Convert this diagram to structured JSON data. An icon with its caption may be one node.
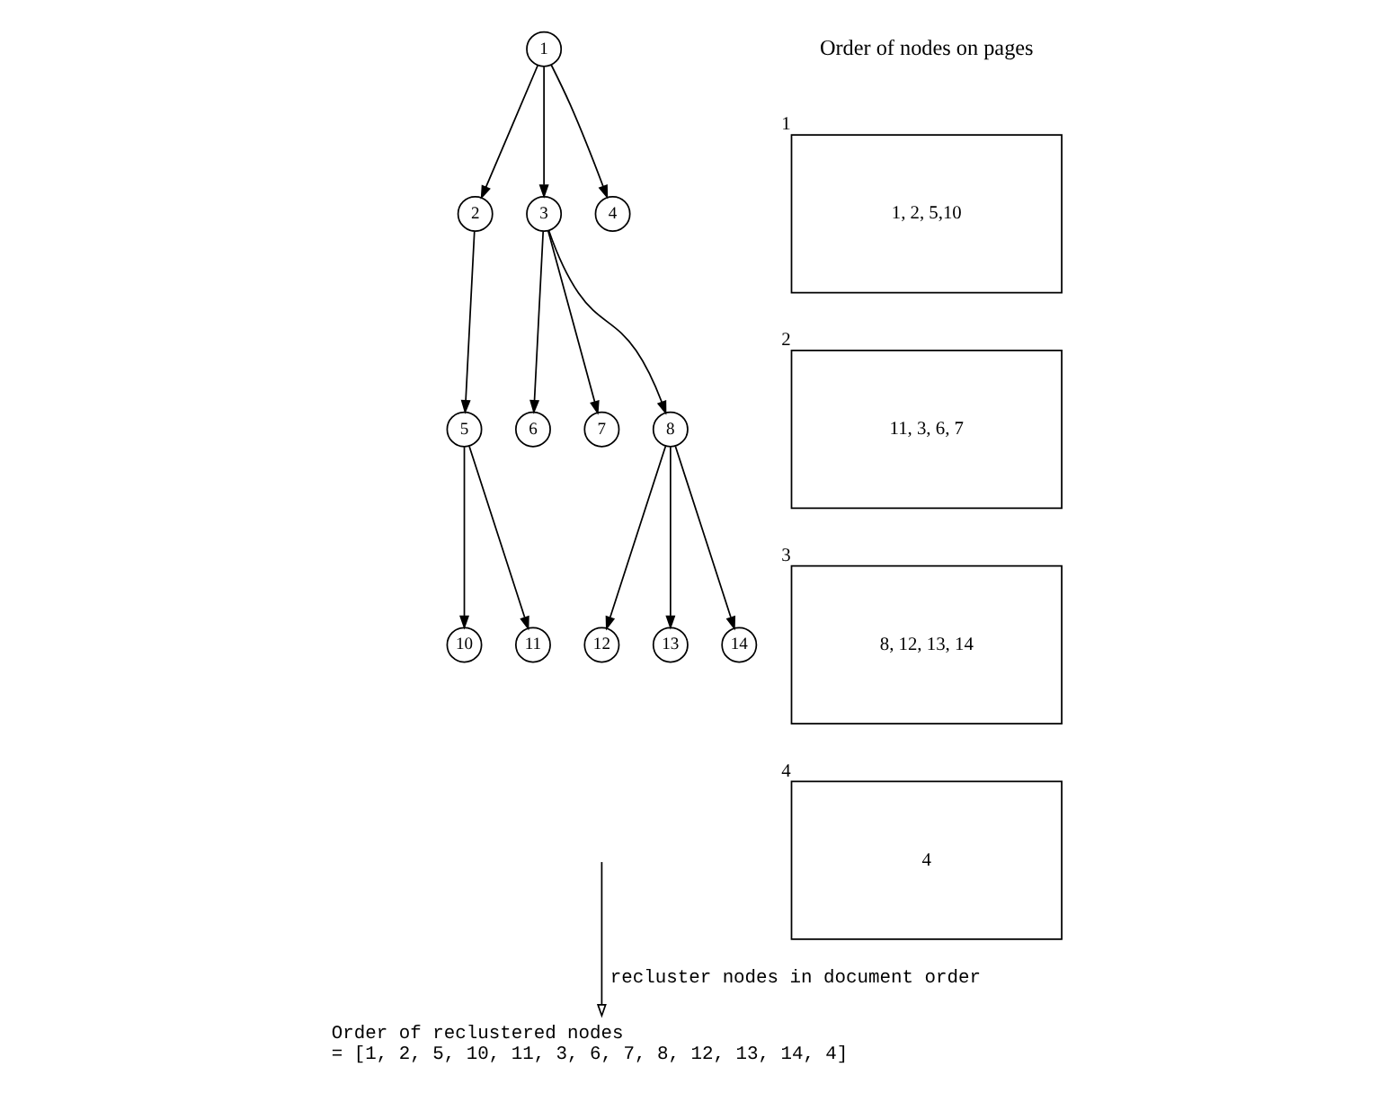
{
  "diagram": {
    "nodes": [
      {
        "text": [
          "1"
        ]
      },
      {
        "text": [
          "2"
        ]
      },
      {
        "text": [
          "3"
        ]
      },
      {
        "text": [
          "4"
        ]
      },
      {
        "text": [
          "5"
        ]
      },
      {
        "text": [
          "6"
        ]
      },
      {
        "text": [
          "7"
        ]
      },
      {
        "text": [
          "8"
        ]
      },
      {
        "text": [
          "10"
        ]
      },
      {
        "text": [
          "11"
        ]
      },
      {
        "text": [
          "12"
        ]
      },
      {
        "text": [
          "13"
        ]
      },
      {
        "text": [
          "14"
        ]
      },
      {
        "text": [
          "Order of reclustered nodes",
          "= [1, 2, 5, 10, 11, 3, 6, 7, 8, 12, 13, 14, 4]"
        ]
      },
      {
        "text": [
          "1, 2, 5,10"
        ],
        "beside": [
          "1"
        ]
      },
      {
        "text": [
          "11, 3, 6, 7"
        ],
        "beside": [
          "2"
        ]
      },
      {
        "text": [
          "8, 12, 13, 14"
        ],
        "beside": [
          "3"
        ]
      },
      {
        "text": [
          "4"
        ],
        "beside": [
          "4"
        ]
      }
    ],
    "edges": [
      {
        "from": 0,
        "to": 1,
        "arrow": "to"
      },
      {
        "from": 0,
        "to": 2,
        "arrow": "to"
      },
      {
        "from": 0,
        "to": 3,
        "arrow": "to"
      },
      {
        "from": 1,
        "to": 4,
        "arrow": "to"
      },
      {
        "from": 2,
        "to": 5,
        "arrow": "to"
      },
      {
        "from": 2,
        "to": 6,
        "arrow": "to"
      },
      {
        "from": 2,
        "to": 7,
        "arrow": "to"
      },
      {
        "from": 4,
        "to": 8,
        "arrow": "to"
      },
      {
        "from": 4,
        "to": 9,
        "arrow": "to"
      },
      {
        "from": 7,
        "to": 10,
        "arrow": "to"
      },
      {
        "from": 7,
        "to": 11,
        "arrow": "to"
      },
      {
        "from": 7,
        "to": 12,
        "arrow": "to"
      },
      {
        "from": null,
        "to": 13,
        "arrow": "to",
        "label": "recluster nodes in document order"
      }
    ],
    "labels": [
      "Order of nodes on pages"
    ]
  }
}
